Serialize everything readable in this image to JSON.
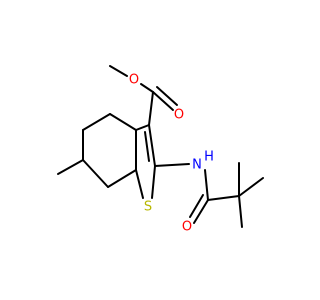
{
  "diagram": {
    "colors": {
      "bond": "#000000",
      "carbon": "#000000",
      "oxygen": "#ff0000",
      "nitrogen": "#0000ff",
      "sulfur": "#b8b800"
    },
    "atoms": {
      "o_ester_single": {
        "text": "O",
        "element": "oxygen"
      },
      "o_ester_double": {
        "text": "O",
        "element": "oxygen"
      },
      "n_amide": {
        "text": "N",
        "element": "nitrogen"
      },
      "h_amide": {
        "text": "H",
        "element": "nitrogen"
      },
      "sulfur": {
        "text": "S",
        "element": "sulfur"
      },
      "o_amide": {
        "text": "O",
        "element": "oxygen"
      }
    }
  }
}
